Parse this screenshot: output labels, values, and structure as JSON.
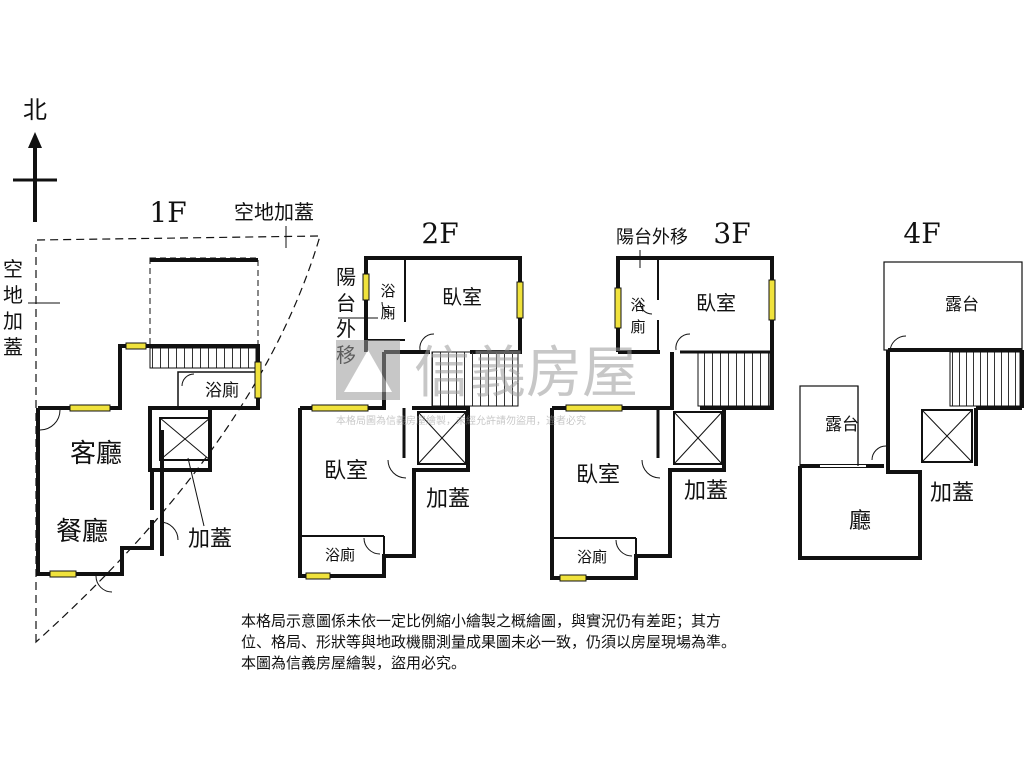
{
  "compass": {
    "north": "北"
  },
  "floors": {
    "f1": {
      "title": "1F",
      "annex_label": "空地加蓋",
      "side_label": [
        "空",
        "地",
        "加",
        "蓋"
      ],
      "rooms": {
        "living": "客廳",
        "dining": "餐廳",
        "bath": "浴廁",
        "extension": "加蓋"
      }
    },
    "f2": {
      "title": "2F",
      "balcony_moved": [
        "陽",
        "台",
        "外",
        "移"
      ],
      "rooms": {
        "bedroom_top": "臥室",
        "bath_top": [
          "浴",
          "廁"
        ],
        "bedroom": "臥室",
        "bath": "浴廁",
        "extension": "加蓋"
      }
    },
    "f3": {
      "title": "3F",
      "balcony_moved": "陽台外移",
      "rooms": {
        "bedroom_top": "臥室",
        "bath_top": [
          "浴",
          "廁"
        ],
        "bedroom": "臥室",
        "bath": "浴廁",
        "extension": "加蓋"
      }
    },
    "f4": {
      "title": "4F",
      "rooms": {
        "terrace_top": "露台",
        "terrace_left": "露台",
        "hall": "廳",
        "extension": "加蓋"
      }
    }
  },
  "watermark": {
    "brand": "信義房屋",
    "notice": "本格局圖為信義房屋繪製，未經允許請勿盜用，違者必究"
  },
  "disclaimer": [
    "本格局示意圖係未依一定比例縮小繪製之概繪圖，與實況仍有差距；其方",
    "位、格局、形狀等與地政機關測量成果圖未必一致，仍須以房屋現場為準。",
    "本圖為信義房屋繪製，盜用必究。"
  ],
  "colors": {
    "wall": "#111111",
    "window": "#f0e23c",
    "watermark": "#9a9a9a"
  }
}
